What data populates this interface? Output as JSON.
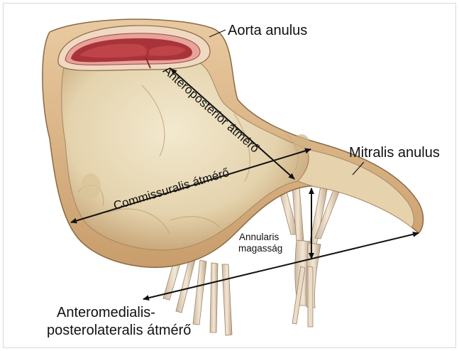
{
  "labels": {
    "aorta_anulus": "Aorta anulus",
    "mitralis_anulus": "Mitralis anulus",
    "anteroposterior": "Anteroposterior átmérő",
    "commissuralis": "Commissuralis átmérő",
    "annularis_line1": "Annularis",
    "annularis_line2": "magasság",
    "anteromedialis_line1": "Anteromedialis-",
    "anteromedialis_line2": "posterolateralis átmérő"
  },
  "colors": {
    "tissue": "#e9dcb9",
    "tissue_shadow": "#c9b48a",
    "rim": "#d9b98f",
    "outline": "#8a6a44",
    "aorta_red": "#a8343a",
    "aorta_pink": "#e7a39a",
    "chordae": "#e6d7c3",
    "arrow": "#111111"
  }
}
